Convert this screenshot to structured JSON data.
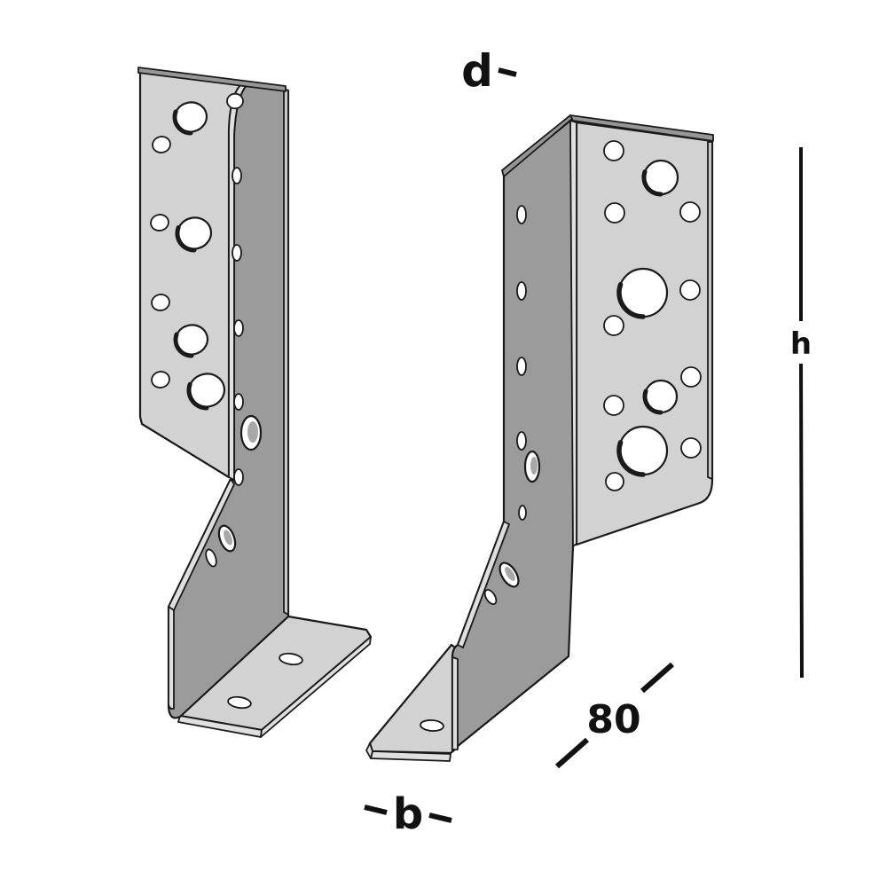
{
  "figure": {
    "type": "technical-line-drawing",
    "subject": "Two joist hanger brackets (angle brackets with nail holes and base flange) in isometric view",
    "dimension_labels": {
      "top": "d",
      "height": "h",
      "depth": "80",
      "bottom": "b"
    }
  },
  "colors": {
    "background": "#ffffff",
    "face_light": "#d2d2d2",
    "face_dark": "#9b9b9b",
    "edge_highlight": "#e0e0e0",
    "top_edge": "#969696",
    "outline": "#1a1a1a",
    "hole_fill": "#ffffff",
    "label_color": "#111111"
  }
}
